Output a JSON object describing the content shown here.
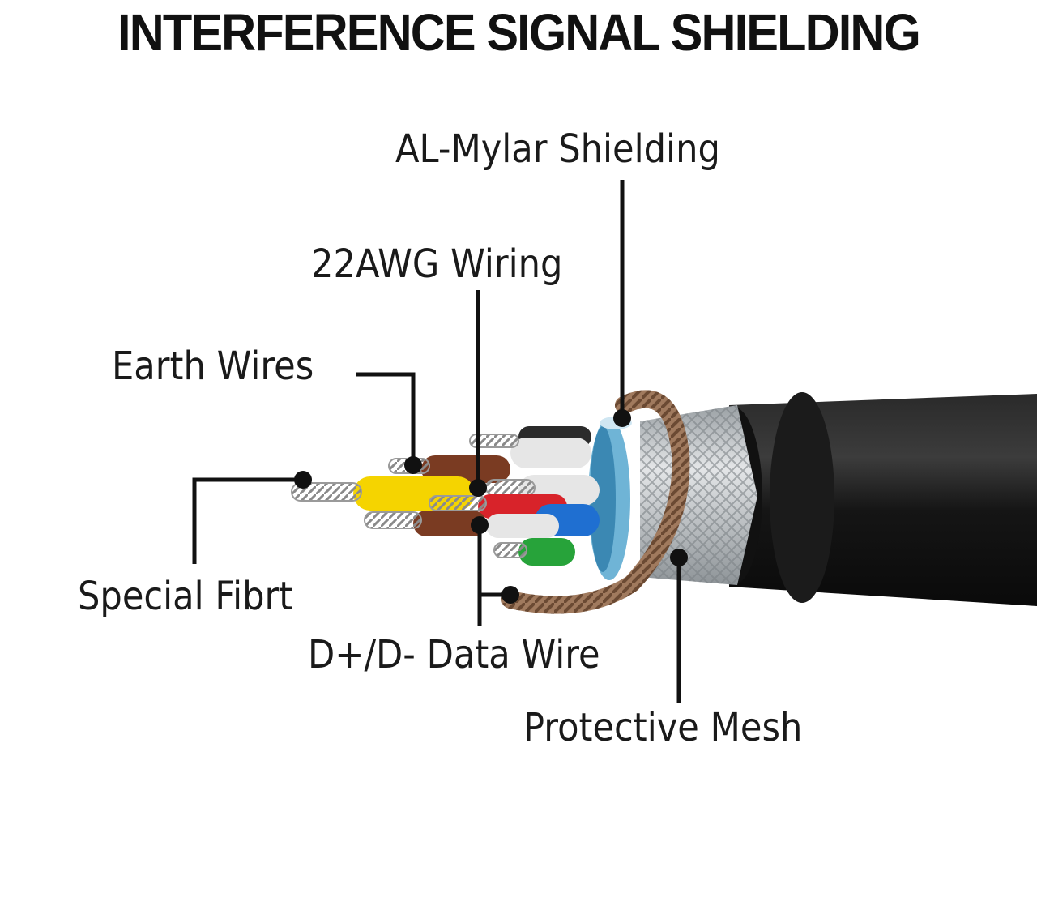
{
  "title": "INTERFERENCE SIGNAL SHIELDING",
  "labels": {
    "al_mylar": "AL-Mylar Shielding",
    "awg_wiring": "22AWG Wiring",
    "earth_wires": "Earth Wires",
    "special_fibrt": "Special Fibrt",
    "data_wire": "D+/D- Data Wire",
    "protective_mesh": "Protective Mesh"
  },
  "colors": {
    "jacket": "#1c1c1c",
    "yellow_wire": "#f5d400",
    "red_wire": "#d8232a",
    "blue_wire": "#1f6fd1",
    "green_wire": "#27a33a",
    "brown_wire": "#7a3b22",
    "white_wire": "#e6e6e6",
    "mylar": "#6fb4d6",
    "braid": "#a07a5e",
    "mesh": "#bfc3c6",
    "leader": "#111111"
  }
}
